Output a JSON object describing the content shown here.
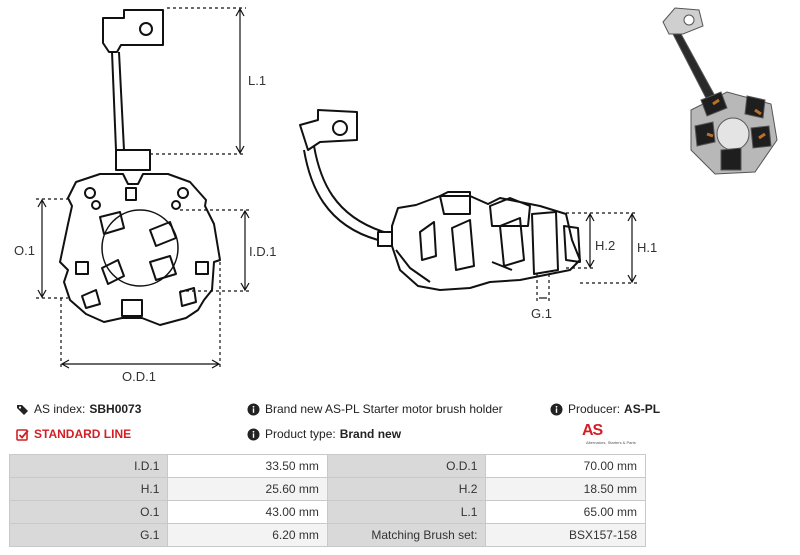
{
  "dimensions": {
    "l1": "L.1",
    "o1": "O.1",
    "id1": "I.D.1",
    "od1": "O.D.1",
    "h1": "H.1",
    "h2": "H.2",
    "g1": "G.1"
  },
  "info": {
    "as_index_label": "AS index:",
    "as_index_value": "SBH0073",
    "line_label": "STANDARD LINE",
    "description": "Brand new AS-PL Starter motor brush holder",
    "product_type_label": "Product type:",
    "product_type_value": "Brand new",
    "producer_label": "Producer:",
    "producer_value": "AS-PL"
  },
  "logo": {
    "mark": "AS",
    "tagline": "Alternators, Starters & Parts"
  },
  "colors": {
    "accent": "#d21f26",
    "key_cell": "#d9d9d9",
    "border": "#c9c9c9"
  },
  "specs": [
    {
      "k1": "I.D.1",
      "v1": "33.50 mm",
      "k2": "O.D.1",
      "v2": "70.00 mm"
    },
    {
      "k1": "H.1",
      "v1": "25.60 mm",
      "k2": "H.2",
      "v2": "18.50 mm"
    },
    {
      "k1": "O.1",
      "v1": "43.00 mm",
      "k2": "L.1",
      "v2": "65.00 mm"
    },
    {
      "k1": "G.1",
      "v1": "6.20 mm",
      "k2": "Matching Brush set:",
      "v2": "BSX157-158"
    }
  ]
}
